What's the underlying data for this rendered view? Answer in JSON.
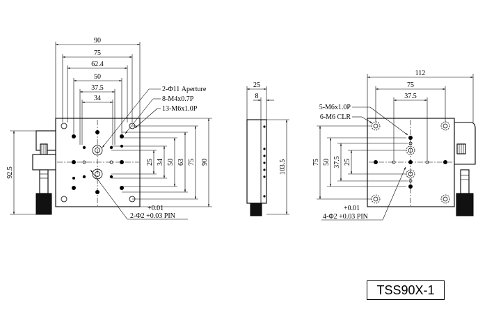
{
  "model": "TSS90X-1",
  "front_view": {
    "top_dims": [
      "90",
      "75",
      "62.4",
      "50",
      "37.5",
      "34"
    ],
    "right_dims": [
      "25",
      "34",
      "50",
      "63",
      "75",
      "90"
    ],
    "left_dim": "92.5",
    "callouts": [
      "2-Φ11 Aperture",
      "8-M4x0.7P",
      "13-M6x1.0P"
    ],
    "pin_tol": "+0.01",
    "pin_label": "2-Φ2 +0.03 PIN"
  },
  "side_view": {
    "top_dims": [
      "25",
      "8"
    ],
    "right_dim": "103.5"
  },
  "bottom_view": {
    "top_dims": [
      "112",
      "75",
      "37.5"
    ],
    "left_dims": [
      "75",
      "50",
      "37.5",
      "25"
    ],
    "callouts": [
      "5-M6x1.0P",
      "6-M6 CLR"
    ],
    "pin_tol": "+0.01",
    "pin_label": "4-Φ2 +0.03 PIN"
  }
}
